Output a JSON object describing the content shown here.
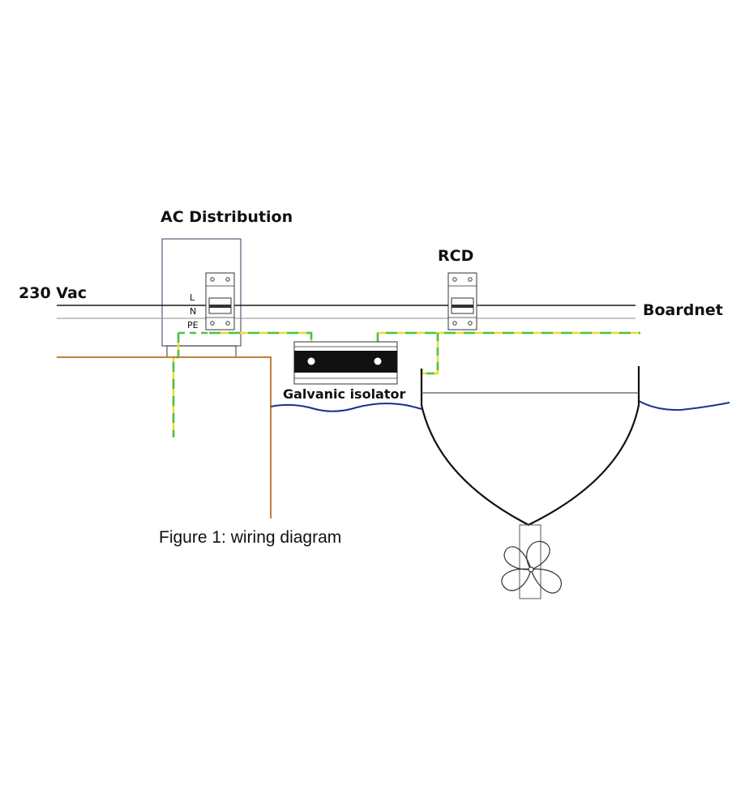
{
  "diagram": {
    "labels": {
      "ac_distribution": "AC Distribution",
      "rcd": "RCD",
      "supply": "230 Vac",
      "boardnet": "Boardnet",
      "galvanic_isolator": "Galvanic isolator",
      "caption": "Figure 1: wiring diagram"
    },
    "terminals": {
      "l": "L",
      "n": "N",
      "pe": "PE"
    },
    "colors": {
      "line": "#1a1a1a",
      "neutral": "#8c8c8c",
      "earth_green": "#4cc24c",
      "earth_yellow": "#e8e030",
      "shore_earth": "#c0813a",
      "water": "#1a2f8c",
      "box": "#5a5a7a"
    }
  }
}
